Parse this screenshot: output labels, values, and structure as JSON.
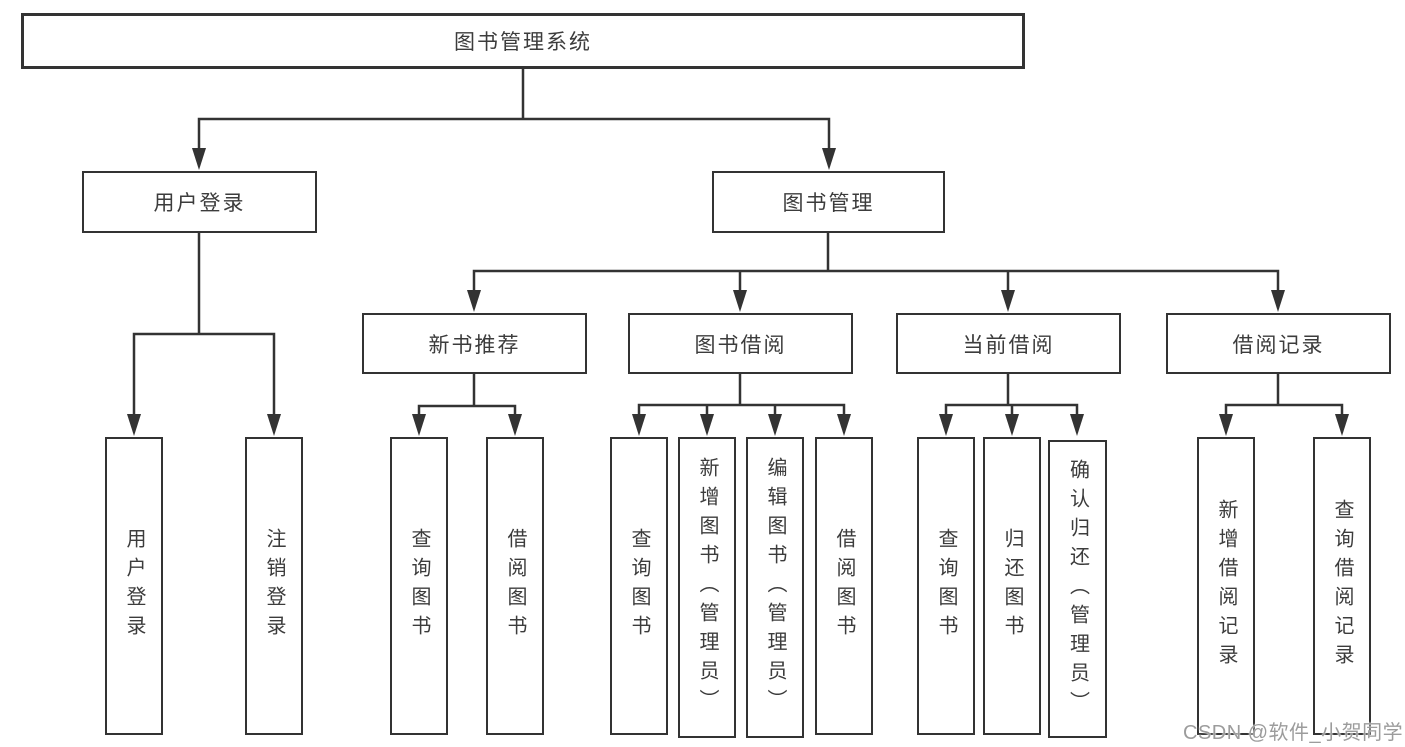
{
  "diagram": {
    "title": "图书管理系统",
    "root": {
      "label": "图书管理系统"
    },
    "level2": [
      {
        "label": "用户登录"
      },
      {
        "label": "图书管理"
      }
    ],
    "level3": [
      {
        "label": "新书推荐"
      },
      {
        "label": "图书借阅"
      },
      {
        "label": "当前借阅"
      },
      {
        "label": "借阅记录"
      }
    ],
    "leaves": {
      "login": [
        "用户登录",
        "注销登录"
      ],
      "recommend": [
        "查询图书",
        "借阅图书"
      ],
      "borrow": [
        "查询图书",
        "新增图书（管理员）",
        "编辑图书（管理员）",
        "借阅图书"
      ],
      "current": [
        "查询图书",
        "归还图书",
        "确认归还（管理员）"
      ],
      "records": [
        "新增借阅记录",
        "查询借阅记录"
      ]
    }
  },
  "watermark": {
    "text": "CSDN @软件_小贺同学"
  },
  "colors": {
    "line": "#333333",
    "border": "#333333",
    "text": "#3c3c3c",
    "background": "#ffffff",
    "watermark": "#9c9c9c"
  }
}
